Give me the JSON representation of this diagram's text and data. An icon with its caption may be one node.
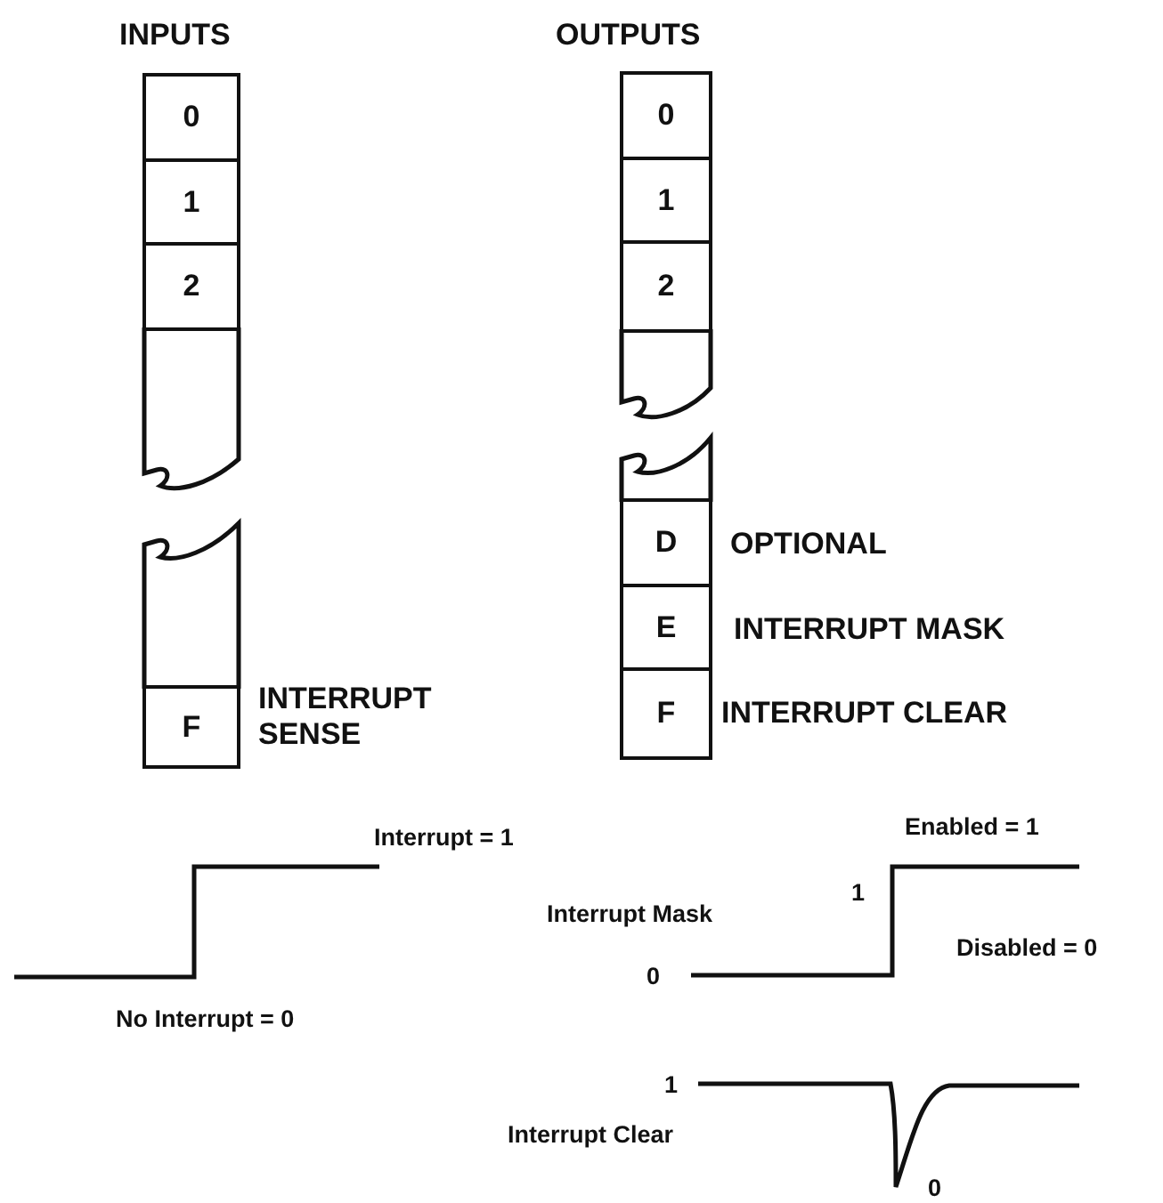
{
  "diagram": {
    "nodes": [
      {
        "text": [
          "INPUTS"
        ]
      },
      {
        "text": [
          "0"
        ],
        "in": 0
      },
      {
        "text": [
          "1"
        ],
        "in": 0
      },
      {
        "text": [
          "2"
        ],
        "in": 0
      },
      {
        "text": [],
        "shape": "box",
        "in": 0
      },
      {
        "text": [],
        "shape": "box",
        "in": 0
      },
      {
        "text": [
          "F"
        ],
        "in": 0,
        "beside": [
          "INTERRUPT SENSE"
        ]
      },
      {
        "text": [
          "OUTPUTS"
        ]
      },
      {
        "text": [
          "0"
        ],
        "in": 7
      },
      {
        "text": [
          "1"
        ],
        "in": 7
      },
      {
        "text": [
          "2"
        ],
        "in": 7
      },
      {
        "text": [],
        "shape": "box",
        "in": 7
      },
      {
        "text": [],
        "shape": "box",
        "in": 7
      },
      {
        "text": [
          "D"
        ],
        "in": 7,
        "beside": [
          "OPTIONAL"
        ]
      },
      {
        "text": [
          "E"
        ],
        "in": 7,
        "beside": [
          "INTERRUPT MASK"
        ]
      },
      {
        "text": [
          "F"
        ],
        "in": 7,
        "beside": [
          "INTERRUPT CLEAR"
        ]
      }
    ],
    "labels": [
      "Interrupt = 1",
      "Enabled = 1",
      "1",
      "Interrupt Mask",
      "Disabled = 0",
      "0",
      "No Interrupt = 0",
      "1",
      "Interrupt Clear",
      "0"
    ]
  }
}
